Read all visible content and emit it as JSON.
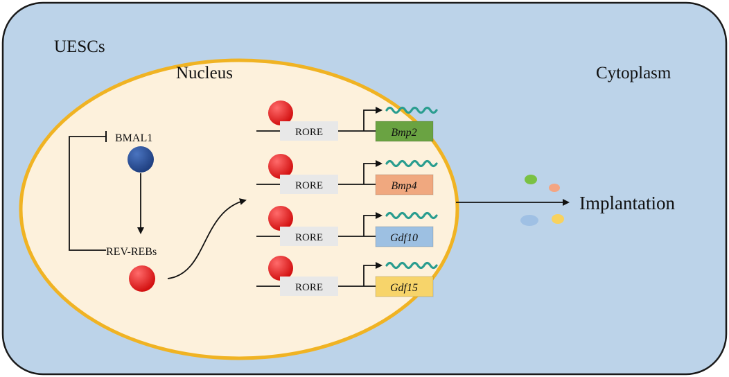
{
  "labels": {
    "cell": "UESCs",
    "nucleus": "Nucleus",
    "cytoplasm": "Cytoplasm",
    "bmal1": "BMAL1",
    "rev_erbs": "REV-REBs",
    "outcome": "Implantation"
  },
  "genes": [
    {
      "element": "RORE",
      "name": "Bmp2",
      "color": "#6aa342"
    },
    {
      "element": "RORE",
      "name": "Bmp4",
      "color": "#f0a87f"
    },
    {
      "element": "RORE",
      "name": "Gdf10",
      "color": "#9dc0e2"
    },
    {
      "element": "RORE",
      "name": "Gdf15",
      "color": "#f7d46a"
    }
  ],
  "colors": {
    "cell_fill": "#bcd3e9",
    "cell_stroke": "#1a1a1a",
    "nucleus_fill": "#fdf1dc",
    "nucleus_stroke": "#f0b323",
    "bmal1": "#274f96",
    "rev_erbs": "#e01b1b",
    "rore_box": "#e8e8e8",
    "mrna": "#2a9d8f"
  },
  "secreted_dots": [
    {
      "color": "#7ac143"
    },
    {
      "color": "#f4a582"
    },
    {
      "color": "#9fc0e4"
    },
    {
      "color": "#f8d25e"
    }
  ],
  "icons": {
    "bmal1": "blue-circle-icon",
    "rev_erbs": "red-circle-icon",
    "mrna": "wave-icon",
    "inhibition": "t-bar-icon",
    "arrow": "arrow-icon"
  }
}
